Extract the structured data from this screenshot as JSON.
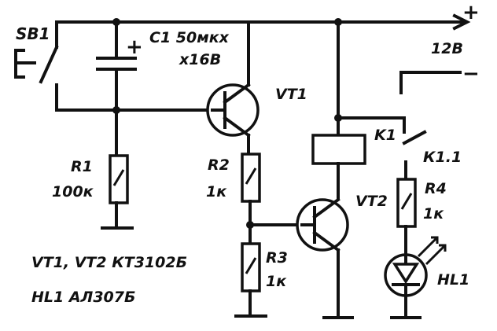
{
  "labels": {
    "switch": "SB1",
    "capacitor": "C1 50мкх",
    "capacitor_voltage": "х16В",
    "transistor1": "VT1",
    "transistor2": "VT2",
    "r1_name": "R1",
    "r1_value": "100к",
    "r2_name": "R2",
    "r2_value": "1к",
    "r3_name": "R3",
    "r3_value": "1к",
    "r4_name": "R4",
    "r4_value": "1к",
    "relay": "K1",
    "relay_contact": "К1.1",
    "led": "HL1",
    "supply_voltage": "12В",
    "plus_sign": "+",
    "minus_sign": "−",
    "capacitor_plus": "+"
  },
  "notes": {
    "transistors": "VT1, VT2 КТ3102Б",
    "led": "HL1 АЛ307Б"
  }
}
